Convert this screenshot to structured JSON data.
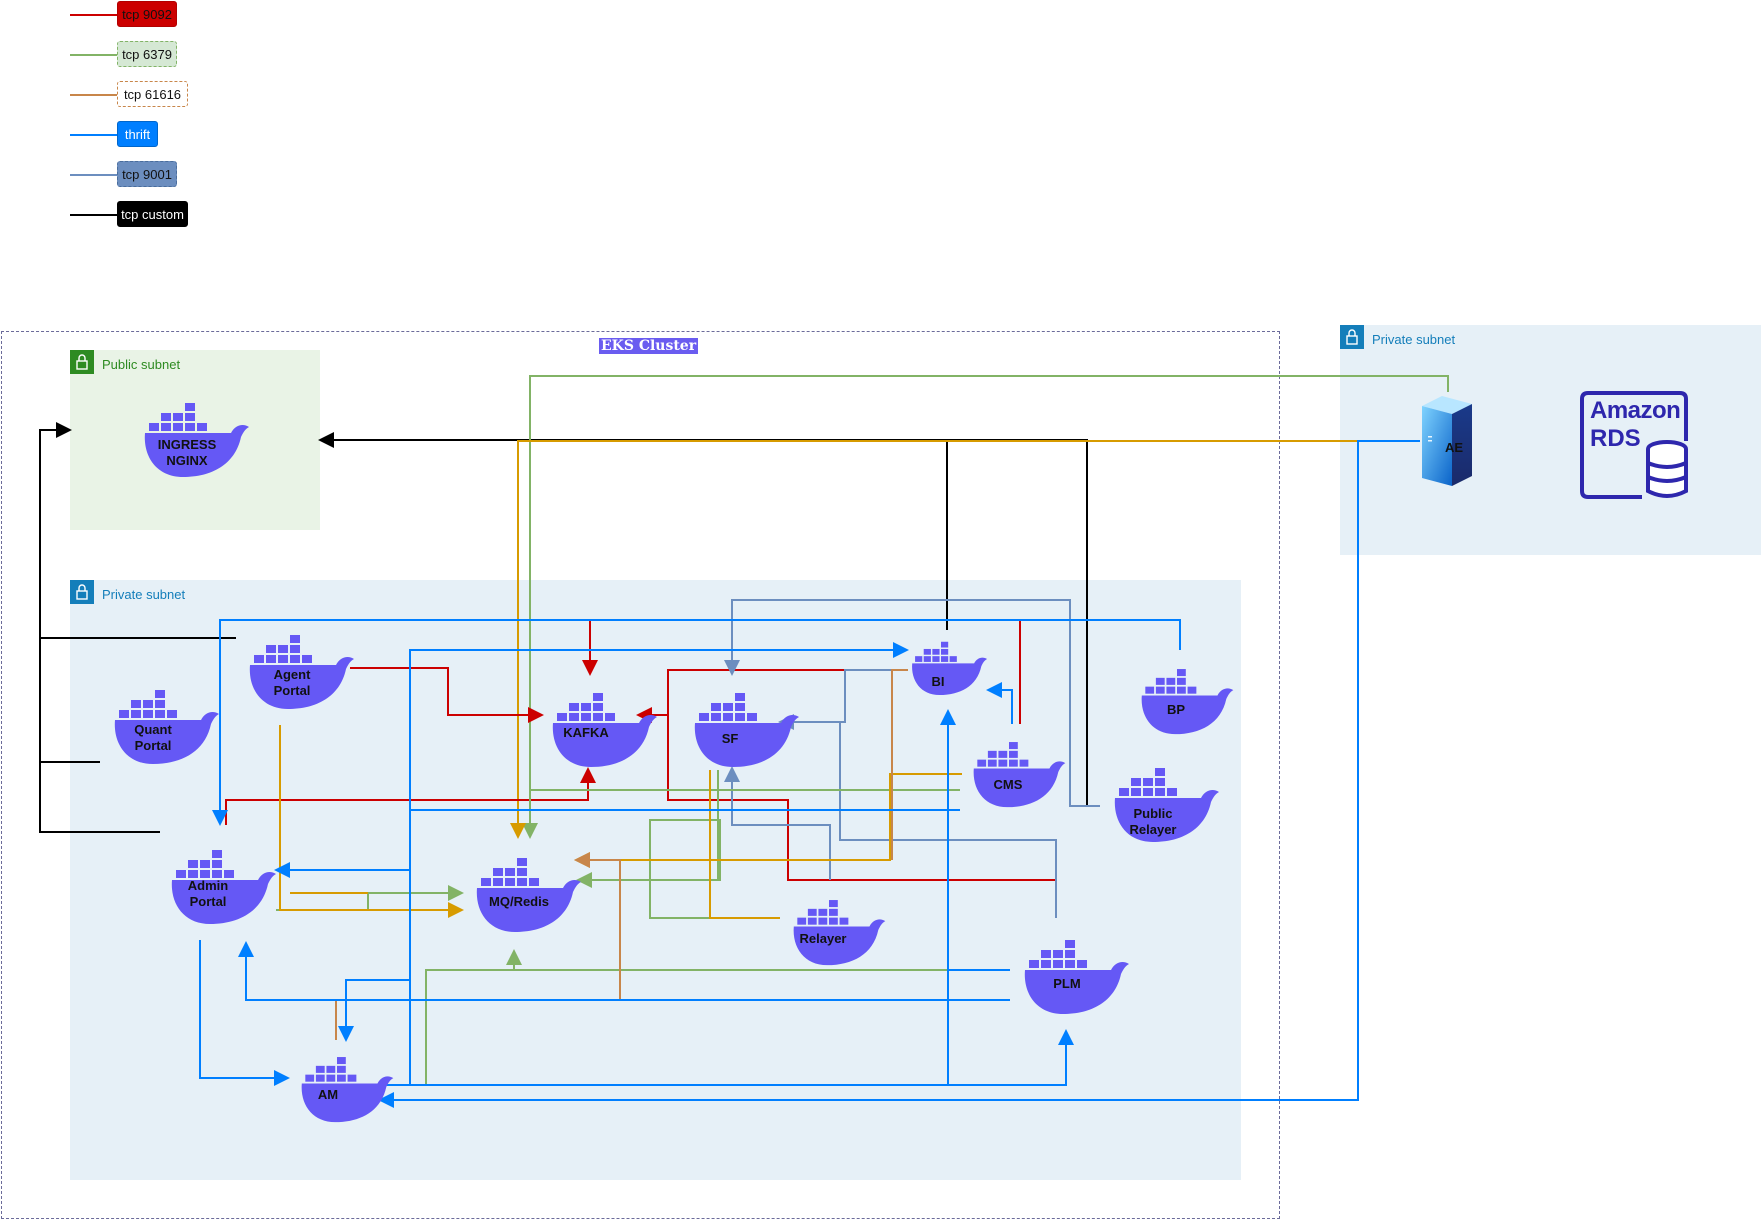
{
  "legend": [
    {
      "label": "tcp 9092",
      "color": "#cc0000",
      "bg": "#cc0000",
      "fg": "#111111",
      "border": "#b20000",
      "dashed": false
    },
    {
      "label": "tcp 6379",
      "color": "#82b366",
      "bg": "#d5e8d4",
      "fg": "#111111",
      "border": "#82b366",
      "dashed": true
    },
    {
      "label": "tcp 61616",
      "color": "#c8864a",
      "bg": "#ffffff",
      "fg": "#111111",
      "border": "#c8864a",
      "dashed": true
    },
    {
      "label": "thrift",
      "color": "#007fff",
      "bg": "#007fff",
      "fg": "#ffffff",
      "border": "#0066cc",
      "dashed": false
    },
    {
      "label": "tcp 9001",
      "color": "#6c8ebf",
      "bg": "#6c8ebf",
      "fg": "#111111",
      "border": "#6c8ebf",
      "dashed": true
    },
    {
      "label": "tcp custom",
      "color": "#000000",
      "bg": "#000000",
      "fg": "#ffffff",
      "border": "#000000",
      "dashed": false
    }
  ],
  "cluster": {
    "title": "EKS Cluster"
  },
  "zones": {
    "public_subnet": "Public subnet",
    "private_subnet_inner": "Private subnet",
    "private_subnet_outer": "Private subnet"
  },
  "nodes": {
    "ingress": "INGRESS NGINX",
    "agent_portal": "Agent Portal",
    "quant_portal": "Quant Portal",
    "admin_portal": "Admin Portal",
    "kafka": "KAFKA",
    "sf": "SF",
    "bi": "BI",
    "bp": "BP",
    "cms": "CMS",
    "public_relayer": "Public Relayer",
    "mq_redis": "MQ/Redis",
    "relayer": "Relayer",
    "plm": "PLM",
    "am": "AM",
    "ae": "AE"
  },
  "rds": {
    "line1": "Amazon",
    "line2": "RDS"
  },
  "colors": {
    "docker": "#6558f5",
    "red": "#cc0000",
    "green": "#82b366",
    "orange": "#c8864a",
    "gold": "#d79b00",
    "blue": "#007fff",
    "slate": "#6c8ebf",
    "black": "#000000",
    "public_subnet_bg": "#e9f3e6",
    "private_subnet_bg": "#e6f0f7",
    "public_label": "#2e8b22",
    "private_label": "#147eba"
  },
  "icons": {
    "docker": "docker-whale-icon",
    "lock": "lock-icon",
    "server": "server-icon",
    "rds": "amazon-rds-icon"
  }
}
